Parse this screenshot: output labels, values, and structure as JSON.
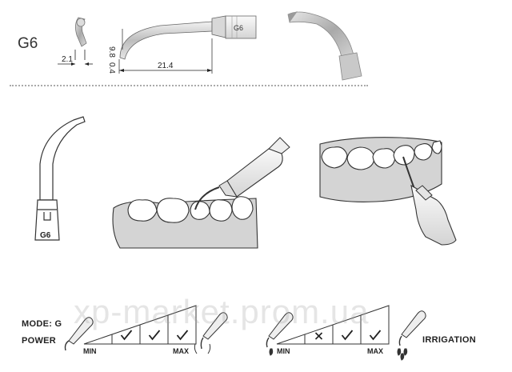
{
  "tip": {
    "name": "G6",
    "engraving": "G6",
    "dimensions": {
      "width_a": "2.1",
      "length": "21.4",
      "height": "9.8",
      "offset": "0.4"
    }
  },
  "settings": {
    "mode_label": "MODE: G",
    "power_label": "POWER",
    "irrigation_label": "IRRIGATION",
    "power": {
      "min_label": "MIN",
      "max_label": "MAX",
      "cells": [
        "",
        "check",
        "check",
        "check"
      ]
    },
    "irrigation": {
      "min_label": "MIN",
      "max_label": "MAX",
      "cells": [
        "",
        "cross",
        "check",
        "check"
      ]
    }
  },
  "watermark": "xp-market.prom.ua"
}
